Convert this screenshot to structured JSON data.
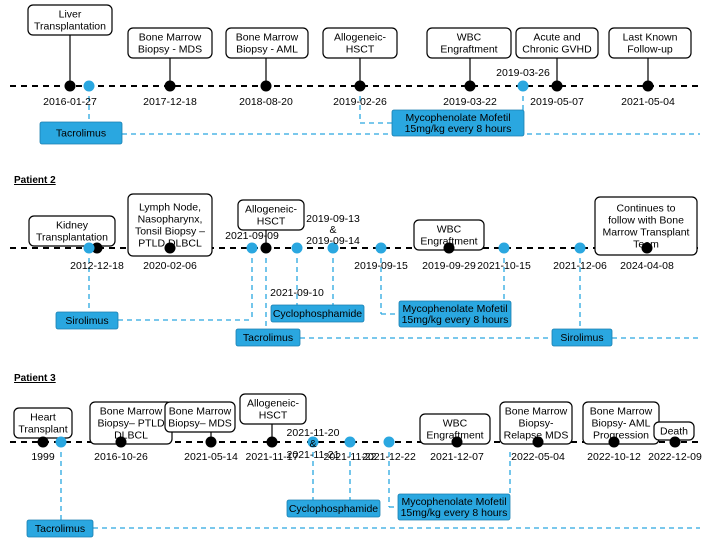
{
  "patients": [
    {
      "label": "",
      "events": [
        {
          "lines": [
            "Liver",
            "Transplantation"
          ],
          "date": "2016-01-27"
        },
        {
          "lines": [
            "Bone Marrow",
            "Biopsy - MDS"
          ],
          "date": "2017-12-18"
        },
        {
          "lines": [
            "Bone Marrow",
            "Biopsy - AML"
          ],
          "date": "2018-08-20"
        },
        {
          "lines": [
            "Allogeneic-",
            "HSCT"
          ],
          "date": "2019-02-26"
        },
        {
          "lines": [
            "WBC",
            "Engraftment"
          ],
          "date": "2019-03-22"
        },
        {
          "lines": [
            "Acute and",
            "Chronic GVHD"
          ],
          "date": "2019-05-07"
        },
        {
          "lines": [
            "Last Known",
            "Follow-up"
          ],
          "date": "2021-05-04"
        }
      ],
      "markers": [
        {
          "lines": [
            ""
          ]
        },
        {
          "lines": [
            "2019-03-26"
          ]
        }
      ],
      "drugs": [
        {
          "lines": [
            "Tacrolimus"
          ]
        },
        {
          "lines": [
            "Mycophenolate Mofetil",
            "15mg/kg every 8 hours"
          ]
        }
      ]
    },
    {
      "label": "Patient 2",
      "events": [
        {
          "lines": [
            "Kidney",
            "Transplantation"
          ],
          "date": "2012-12-18"
        },
        {
          "lines": [
            "Lymph Node,",
            "Nasopharynx,",
            "Tonsil Biopsy –",
            "PTLD DLBCL"
          ],
          "date": "2020-02-06"
        },
        {
          "lines": [
            "Allogeneic-",
            "HSCT"
          ],
          "date": ""
        },
        {
          "lines": [
            "WBC",
            "Engraftment"
          ],
          "date": "2019-09-29"
        },
        {
          "lines": [
            "Continues to",
            "follow with Bone",
            "Marrow Transplant",
            "Team"
          ],
          "date": "2024-04-08"
        }
      ],
      "markers": [
        {
          "lines": [
            ""
          ]
        },
        {
          "lines": [
            "2021-09-09"
          ]
        },
        {
          "lines": [
            "2021-09-10"
          ]
        },
        {
          "lines": [
            "2019-09-13",
            "&",
            "2019-09-14"
          ]
        },
        {
          "lines": [
            "2019-09-15"
          ]
        },
        {
          "lines": [
            "2021-10-15"
          ]
        },
        {
          "lines": [
            "2021-12-06"
          ]
        }
      ],
      "drugs": [
        {
          "lines": [
            "Sirolimus"
          ]
        },
        {
          "lines": [
            "Cyclophosphamide"
          ]
        },
        {
          "lines": [
            "Mycophenolate Mofetil",
            "15mg/kg every 8 hours"
          ]
        },
        {
          "lines": [
            "Tacrolimus"
          ]
        },
        {
          "lines": [
            "Sirolimus"
          ]
        }
      ]
    },
    {
      "label": "Patient 3",
      "events": [
        {
          "lines": [
            "Heart",
            "Transplant"
          ],
          "date": "1999"
        },
        {
          "lines": [
            "Bone Marrow",
            "Biopsy– PTLD",
            "DLBCL"
          ],
          "date": "2016-10-26"
        },
        {
          "lines": [
            "Bone Marrow",
            "Biopsy– MDS"
          ],
          "date": "2021-05-14"
        },
        {
          "lines": [
            "Allogeneic-",
            "HSCT"
          ],
          "date": "2021-11-17"
        },
        {
          "lines": [
            "WBC",
            "Engraftment"
          ],
          "date": "2021-12-07"
        },
        {
          "lines": [
            "Bone Marrow",
            "Biopsy-",
            "Relapse MDS"
          ],
          "date": "2022-05-04"
        },
        {
          "lines": [
            "Bone Marrow",
            "Biopsy- AML",
            "Progression"
          ],
          "date": "2022-10-12"
        },
        {
          "lines": [
            "Death"
          ],
          "date": "2022-12-09"
        }
      ],
      "markers": [
        {
          "lines": [
            ""
          ]
        },
        {
          "lines": [
            "2021-11-20",
            "&",
            "2021-11-21"
          ]
        },
        {
          "lines": [
            "2021-11-22"
          ]
        },
        {
          "lines": [
            "2021-12-22"
          ]
        }
      ],
      "drugs": [
        {
          "lines": [
            "Tacrolimus"
          ]
        },
        {
          "lines": [
            "Cyclophosphamide"
          ]
        },
        {
          "lines": [
            "Mycophenolate Mofetil",
            "15mg/kg every 8 hours"
          ]
        }
      ]
    }
  ],
  "colors": {
    "blue": "#2aa7e0",
    "black": "#000000"
  }
}
